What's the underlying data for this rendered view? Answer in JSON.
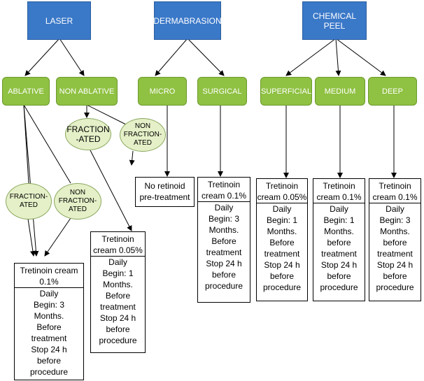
{
  "categories": {
    "laser": "LASER",
    "dermabrasion": "DERMABRASION",
    "chemical_peel": "CHEMICAL\nPEEL"
  },
  "subtypes": {
    "ablative": "ABLATIVE",
    "non_ablative": "NON ABLATIVE",
    "micro": "MICRO",
    "surgical": "SURGICAL",
    "superficial": "SUPERFICIAL",
    "medium": "MEDIUM",
    "deep": "DEEP"
  },
  "ovals": {
    "ablative_fractionated": "FRACTION-\nATED",
    "ablative_non_fractionated": "NON\nFRACTION-\nATED",
    "nonablative_fractionated": "FRACTION\n-ATED",
    "nonablative_non_fractionated": "NON\nFRACTION-\nATED"
  },
  "outcomes": {
    "ablative": {
      "dose": "Tretinoin cream 0.1%",
      "lines": [
        "Daily",
        "Begin: 3",
        "Months.",
        "Before",
        "treatment",
        "Stop 24 h",
        "before",
        "procedure"
      ]
    },
    "non_ablative": {
      "dose": "Tretinoin cream 0.05%",
      "lines": [
        "Daily",
        "Begin: 1",
        "Months.",
        "Before",
        "treatment",
        "Stop 24 h",
        "before",
        "procedure"
      ]
    },
    "micro": {
      "text": "No retinoid pre-treatment"
    },
    "surgical": {
      "dose": "Tretinoin cream 0.1%",
      "lines": [
        "Daily",
        "Begin: 3",
        "Months.",
        "Before",
        "treatment",
        "Stop 24 h",
        "before",
        "procedure"
      ]
    },
    "superficial": {
      "dose": "Tretinoin cream 0.05%",
      "lines": [
        "Daily",
        "Begin: 1",
        "Months.",
        "Before",
        "treatment",
        "Stop 24 h",
        "before",
        "procedure"
      ]
    },
    "medium": {
      "dose": "Tretinoin cream 0.1%",
      "lines": [
        "Daily",
        "Begin: 1",
        "Months.",
        "before",
        "treatment",
        "Stop 24 h",
        "before",
        "procedure"
      ]
    },
    "deep": {
      "dose": "Tretinoin cream 0.1%",
      "lines": [
        "Daily",
        "Begin: 3",
        "Months.",
        "before",
        "treatment",
        "Stop 24 h",
        "before",
        "procedure"
      ]
    }
  }
}
